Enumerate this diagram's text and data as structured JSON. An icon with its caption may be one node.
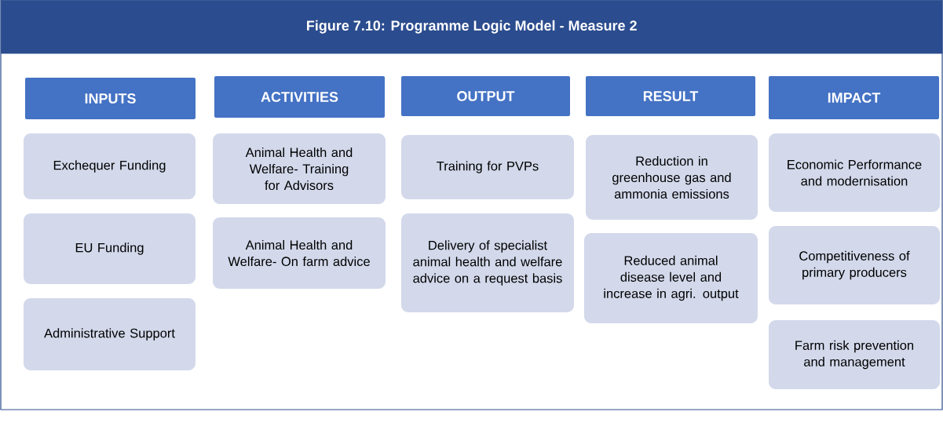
{
  "diagram": {
    "title": "Figure 7.10: Programme Logic Model - Measure 2",
    "nodes": [
      {
        "text": [
          "INPUTS"
        ]
      },
      {
        "text": [
          "Exchequer Funding"
        ]
      },
      {
        "text": [
          "EU Funding"
        ]
      },
      {
        "text": [
          "Administrative Support"
        ]
      },
      {
        "text": [
          "ACTIVITIES"
        ]
      },
      {
        "text": [
          "Animal Health and Welfare- Training for Advisors"
        ]
      },
      {
        "text": [
          "Animal Health and Welfare- On farm advice"
        ]
      },
      {
        "text": [
          "OUTPUT"
        ]
      },
      {
        "text": [
          "Training for PVPs"
        ]
      },
      {
        "text": [
          "Delivery of specialist animal health and welfare advice on a request basis"
        ]
      },
      {
        "text": [
          "RESULT"
        ]
      },
      {
        "text": [
          "Reduction in greenhouse gas and ammonia emissions"
        ]
      },
      {
        "text": [
          "Reduced animal disease level and increase in agri. output"
        ]
      },
      {
        "text": [
          "IMPACT"
        ]
      },
      {
        "text": [
          "Economic Performance and modernisation"
        ]
      },
      {
        "text": [
          "Competitiveness of primary producers"
        ]
      },
      {
        "text": [
          "Farm risk prevention and management"
        ]
      }
    ],
    "edges": []
  }
}
